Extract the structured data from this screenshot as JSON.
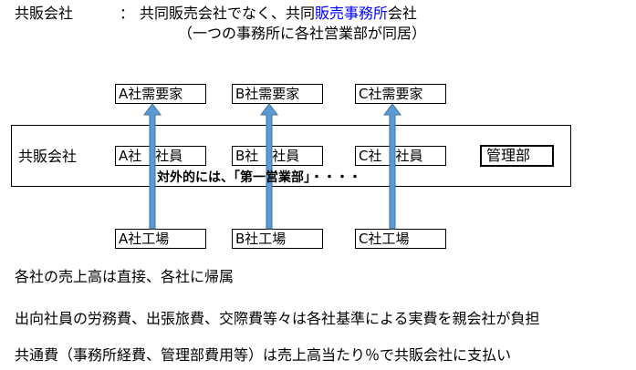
{
  "header": {
    "label": "共販会社",
    "colon": "：",
    "def_pre": "共同販売会社でなく、共同",
    "def_highlight": "販売事務所",
    "def_post": "会社",
    "note": "（一つの事務所に各社営業部が同居）"
  },
  "diagram": {
    "outer_label": "共販会社",
    "customers": [
      "A社需要家",
      "B社需要家",
      "C社需要家"
    ],
    "staff": [
      "A社　社員",
      "B社　社員",
      "C社　社員"
    ],
    "factories": [
      "A社工場",
      "B社工場",
      "C社工場"
    ],
    "management": "管理部",
    "external_label": "対外的には、「第一営業部」・・・・"
  },
  "notes": [
    "各社の売上高は直接、各社に帰属",
    "出向社員の労務費、出張旅費、交際費等々は各社基準による実費を親会社が負担",
    "共通費（事務所経費、管理部費用等）は売上高当たり％で共販会社に支払い"
  ],
  "colors": {
    "arrow_fill": "#5b9bd5",
    "arrow_stroke": "#41719c",
    "highlight": "#0000ff"
  }
}
